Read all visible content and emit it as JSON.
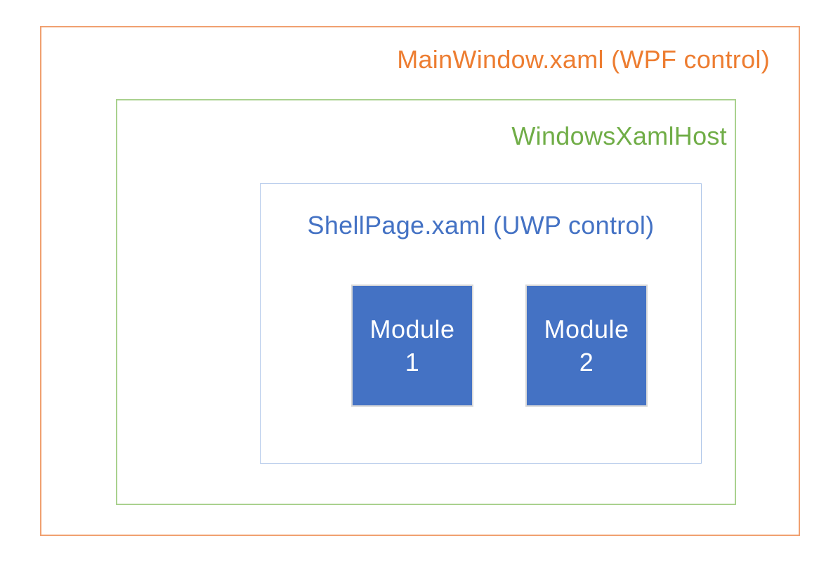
{
  "diagram": {
    "background_color": "#FFFFFF",
    "outer": {
      "label": "MainWindow.xaml (WPF control)",
      "text_color": "#ED7D31",
      "border_color": "#F0A070"
    },
    "host": {
      "label": "WindowsXamlHost",
      "text_color": "#70AD47",
      "border_color": "#A9D18E"
    },
    "shell": {
      "label": "ShellPage.xaml (UWP control)",
      "text_color": "#4472C4",
      "border_color": "#AFC6E9"
    },
    "modules": [
      {
        "name": "Module",
        "index": "1",
        "fill_color": "#4472C4",
        "border_color": "#D8D8D8",
        "text_color": "#FFFFFF"
      },
      {
        "name": "Module",
        "index": "2",
        "fill_color": "#4472C4",
        "border_color": "#D8D8D8",
        "text_color": "#FFFFFF"
      }
    ]
  }
}
